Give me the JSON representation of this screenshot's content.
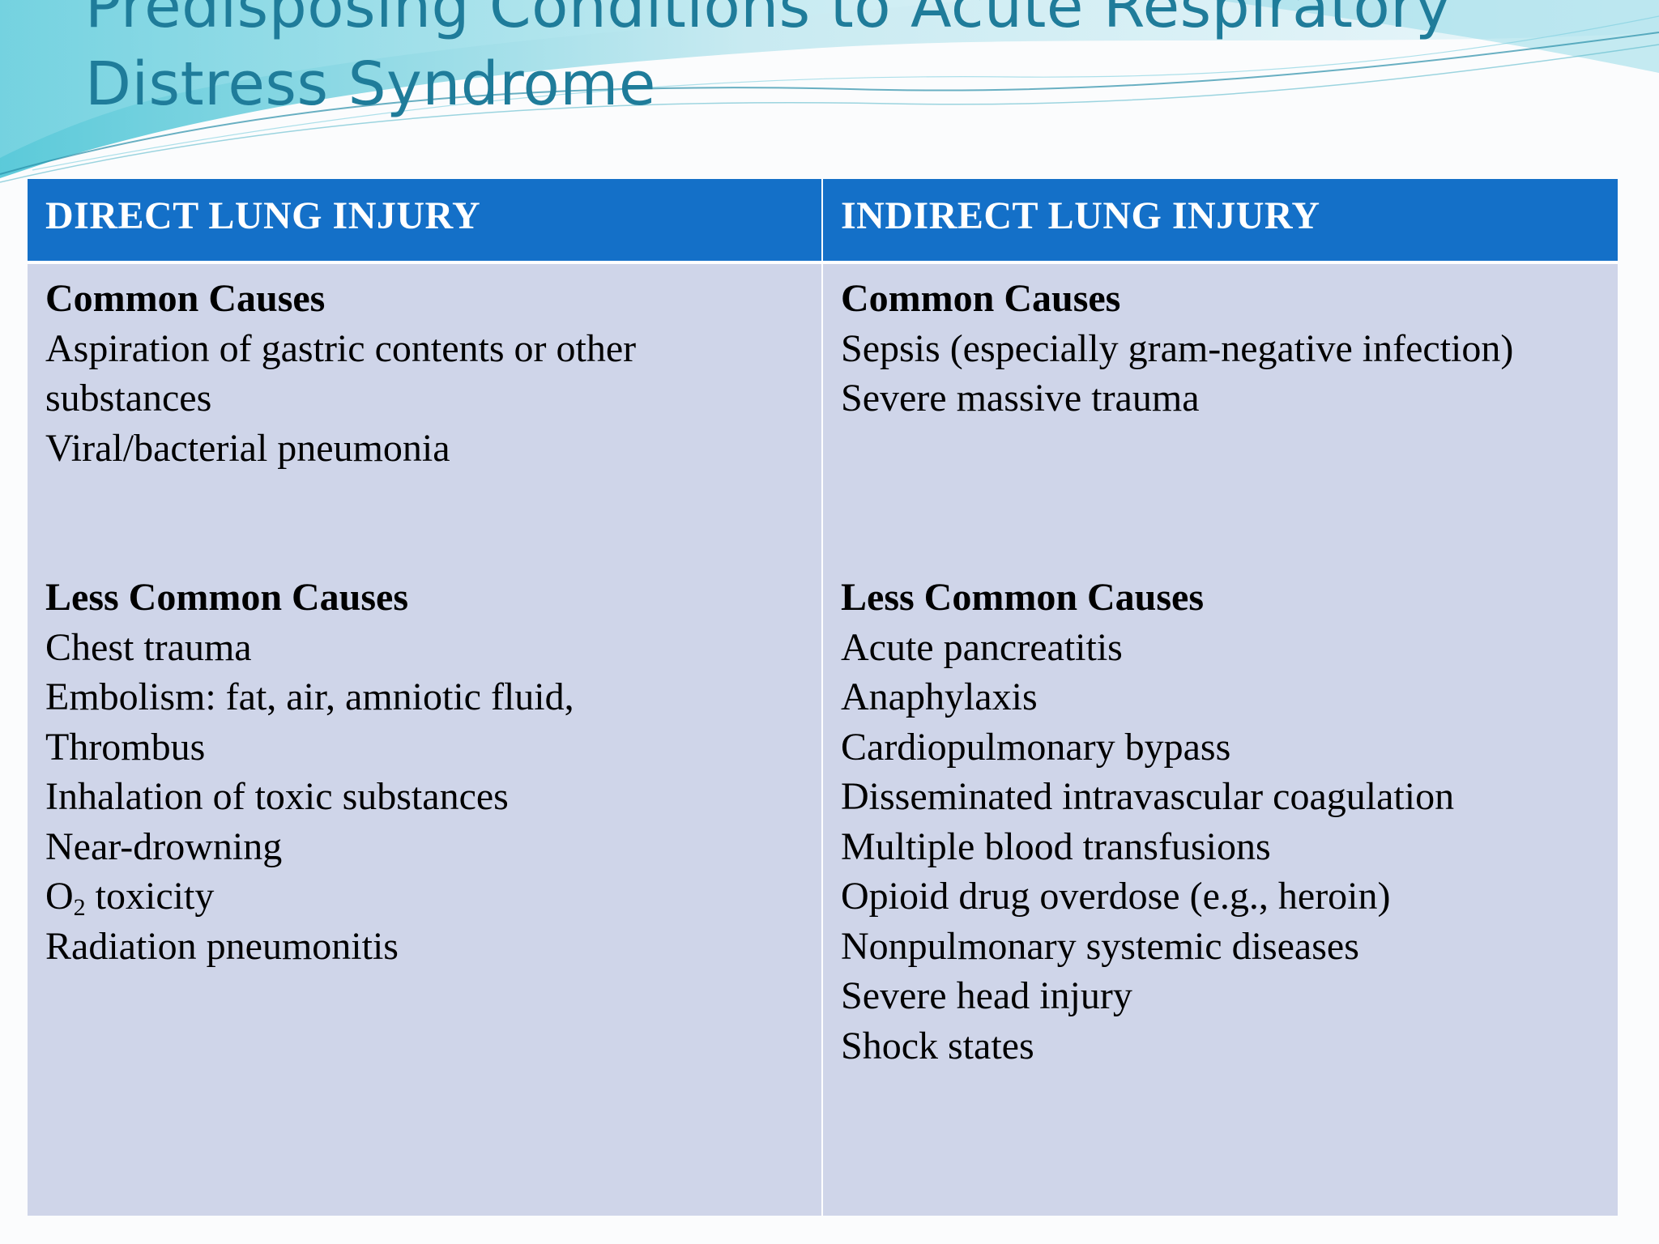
{
  "title": "Predisposing Conditions to Acute Respiratory Distress Syndrome",
  "columns": [
    {
      "header": "DIRECT LUNG INJURY",
      "common_title": "Common Causes",
      "common_items": [
        "Aspiration of gastric contents or other substances",
        "Viral/bacterial pneumonia"
      ],
      "less_common_title": "Less Common Causes",
      "less_common_items": [
        "Chest trauma",
        "Embolism: fat, air, amniotic fluid, Thrombus",
        "Inhalation of toxic substances",
        "Near-drowning",
        "O",
        "2",
        " toxicity",
        "Radiation pneumonitis"
      ]
    },
    {
      "header": "INDIRECT LUNG INJURY",
      "common_title": "Common Causes",
      "common_items": [
        "Sepsis (especially gram-negative infection)",
        "Severe massive trauma"
      ],
      "less_common_title": "Less Common Causes",
      "less_common_items": [
        "Acute pancreatitis",
        "Anaphylaxis",
        "Cardiopulmonary bypass",
        "Disseminated intravascular coagulation",
        "Multiple blood transfusions",
        "Opioid drug overdose (e.g., heroin)",
        "Nonpulmonary systemic diseases",
        "Severe head injury",
        "Shock states"
      ]
    }
  ],
  "colors": {
    "title": "#1f7c9a",
    "header_bg": "#1470c8",
    "cell_bg": "#cfd5e9",
    "wave_teal": "#4fc3d6"
  }
}
